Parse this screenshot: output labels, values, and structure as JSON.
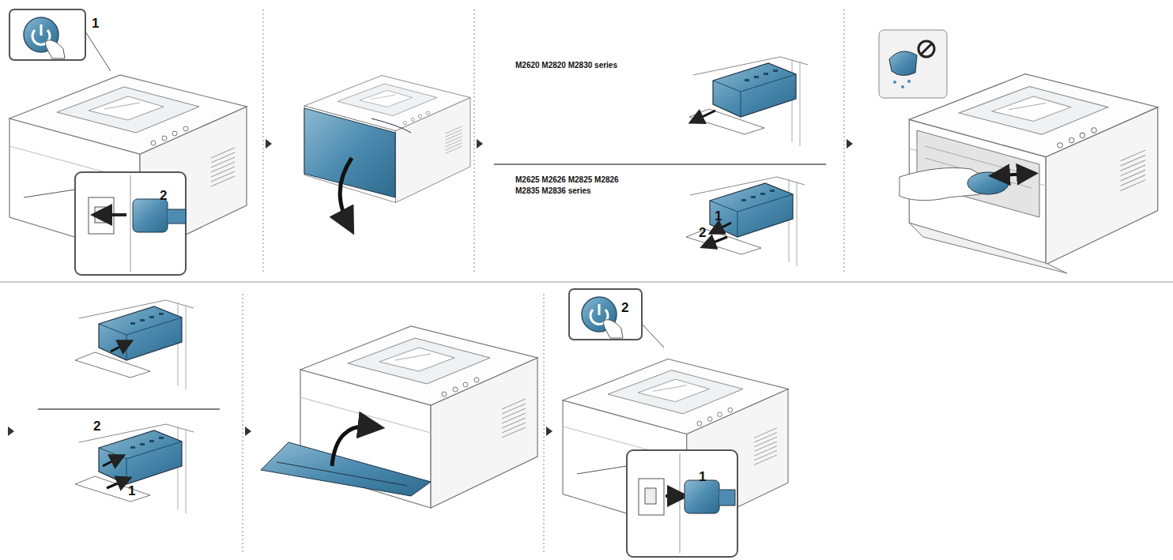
{
  "diagram": {
    "labels": [
      "1",
      "2",
      "M2620 M2820 M2830 series",
      "M2625 M2626 M2825 M2826 M2835 M2836 series",
      "1",
      "2",
      "2",
      "1",
      "2",
      "1"
    ]
  }
}
